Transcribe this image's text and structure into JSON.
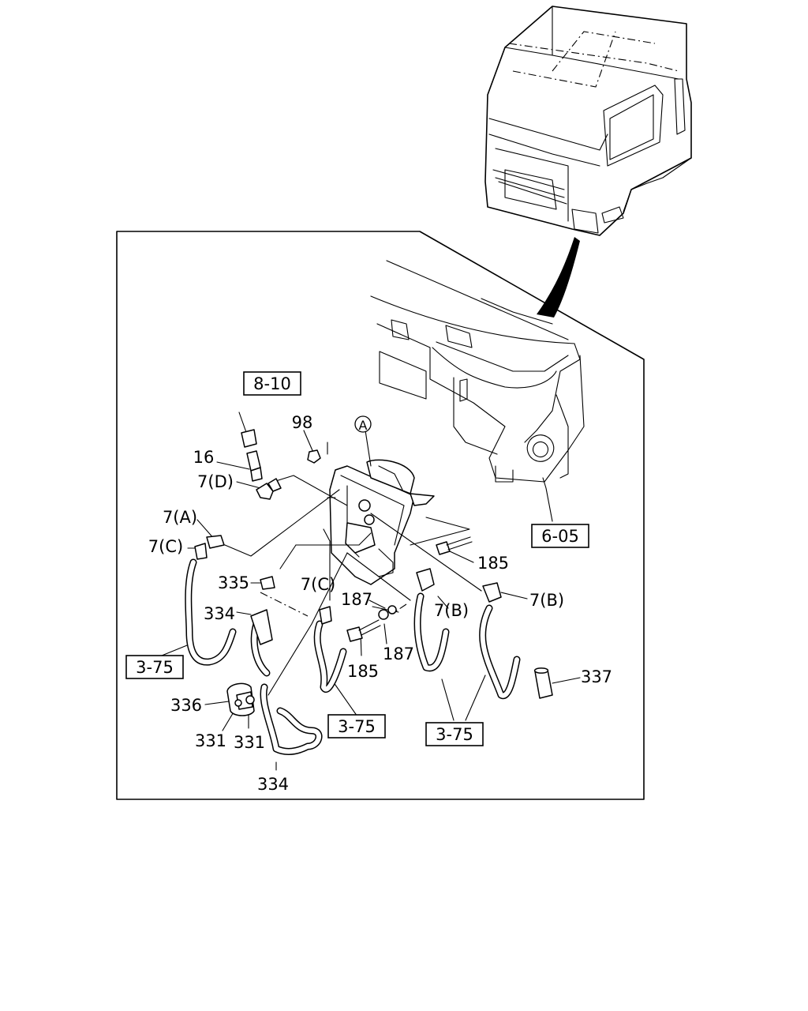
{
  "labels": {
    "ref_8_10": "8-10",
    "ref_6_05": "6-05",
    "ref_3_75_left": "3-75",
    "ref_3_75_mid": "3-75",
    "ref_3_75_right": "3-75",
    "p98": "98",
    "pA": "A",
    "p16": "16",
    "p7D": "7(D)",
    "p7A": "7(A)",
    "p7C_left": "7(C)",
    "p335": "335",
    "p7C_mid": "7(C)",
    "p334_top": "334",
    "p187_top": "187",
    "p187_bot": "187",
    "p185_right": "185",
    "p185_bot": "185",
    "p7B_mid": "7(B)",
    "p7B_right": "7(B)",
    "p337": "337",
    "p336": "336",
    "p331_a": "331",
    "p331_b": "331",
    "p334_bot": "334"
  }
}
